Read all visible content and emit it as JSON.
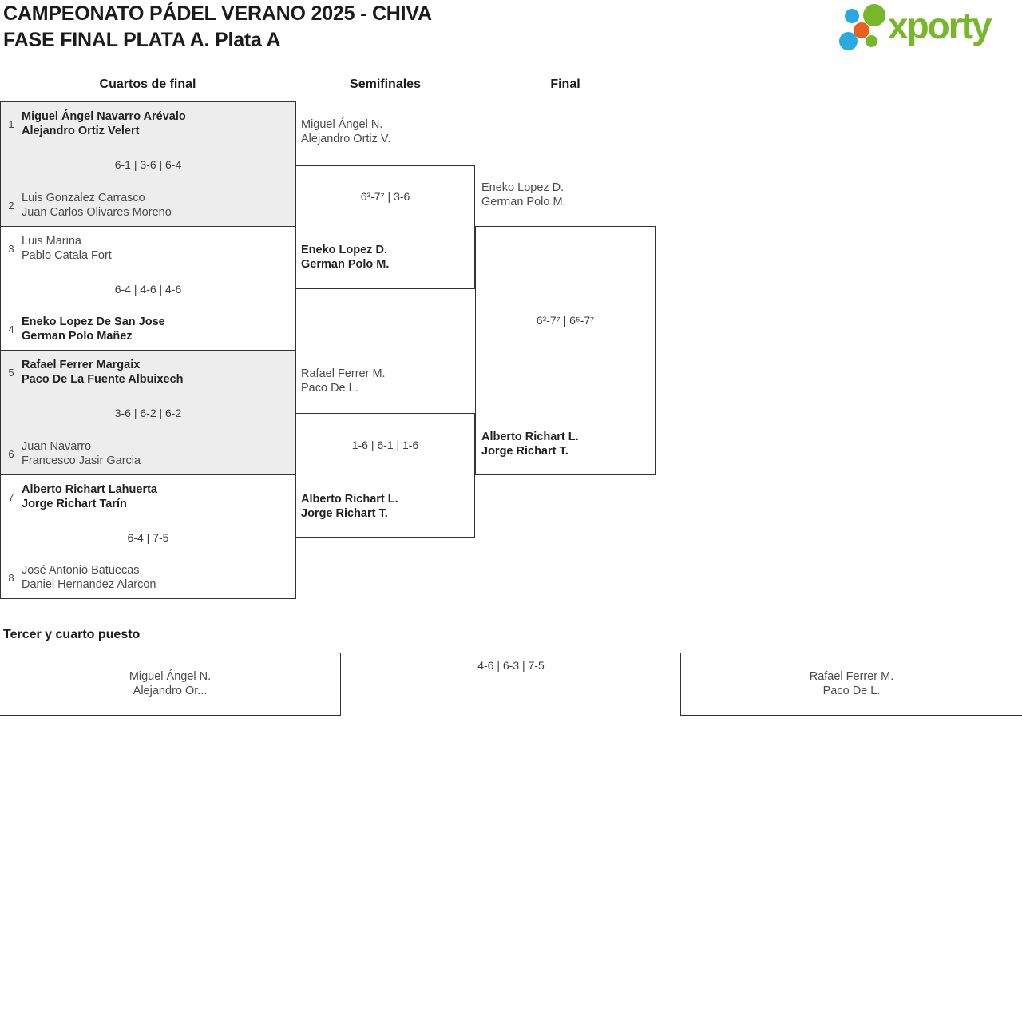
{
  "header": {
    "title_line1": "CAMPEONATO PÁDEL VERANO 2025 - CHIVA",
    "title_line2": "FASE FINAL PLATA A. Plata A",
    "logo_text": "xporty"
  },
  "colors": {
    "brand_green": "#76b82a",
    "brand_blue": "#29a9e1",
    "brand_orange": "#e8611d",
    "box_gray": "#ededed",
    "line": "#333333"
  },
  "rounds": {
    "quarterfinals": "Cuartos de final",
    "semifinals": "Semifinales",
    "final": "Final"
  },
  "quarterfinals": [
    {
      "seed_top": "1",
      "top": {
        "player1": "Miguel Ángel Navarro Arévalo",
        "player2": "Alejandro Ortiz Velert"
      },
      "score": "6-1 | 3-6 | 6-4",
      "seed_bottom": "2",
      "bottom": {
        "player1": "Luis Gonzalez Carrasco",
        "player2": "Juan Carlos Olivares Moreno"
      },
      "winner": "top"
    },
    {
      "seed_top": "3",
      "top": {
        "player1": "Luis Marina",
        "player2": "Pablo Catala Fort"
      },
      "score": "6-4 | 4-6 | 4-6",
      "seed_bottom": "4",
      "bottom": {
        "player1": "Eneko Lopez De San Jose",
        "player2": "German Polo Mañez"
      },
      "winner": "bottom"
    },
    {
      "seed_top": "5",
      "top": {
        "player1": "Rafael Ferrer Margaix",
        "player2": "Paco De La Fuente Albuixech"
      },
      "score": "3-6 | 6-2 | 6-2",
      "seed_bottom": "6",
      "bottom": {
        "player1": "Juan Navarro",
        "player2": "Francesco Jasir Garcia"
      },
      "winner": "top"
    },
    {
      "seed_top": "7",
      "top": {
        "player1": "Alberto Richart Lahuerta",
        "player2": "Jorge Richart Tarín"
      },
      "score": "6-4 | 7-5",
      "seed_bottom": "8",
      "bottom": {
        "player1": "José Antonio Batuecas",
        "player2": "Daniel Hernandez Alarcon"
      },
      "winner": "bottom"
    }
  ],
  "semifinals": [
    {
      "top": {
        "player1": "Miguel Ángel N.",
        "player2": "Alejandro Ortiz V."
      },
      "score": "6³-7⁷ | 3-6",
      "bottom": {
        "player1": "Eneko Lopez D.",
        "player2": "German Polo M."
      },
      "winner": "bottom"
    },
    {
      "top": {
        "player1": "Rafael Ferrer M.",
        "player2": "Paco De L."
      },
      "score": "1-6 | 6-1 | 1-6",
      "bottom": {
        "player1": "Alberto Richart L.",
        "player2": "Jorge Richart T."
      },
      "winner": "bottom"
    }
  ],
  "final": {
    "top": {
      "player1": "Eneko Lopez D.",
      "player2": "German Polo M."
    },
    "score": "6³-7⁷ | 6⁵-7⁷",
    "bottom": {
      "player1": "Alberto Richart L.",
      "player2": "Jorge Richart T."
    },
    "winner": "bottom"
  },
  "third_place": {
    "heading": "Tercer y cuarto puesto",
    "left": {
      "player1": "Miguel Ángel N.",
      "player2": "Alejandro Or..."
    },
    "score": "4-6 | 6-3 | 7-5",
    "right": {
      "player1": "Rafael Ferrer M.",
      "player2": "Paco De L."
    }
  }
}
